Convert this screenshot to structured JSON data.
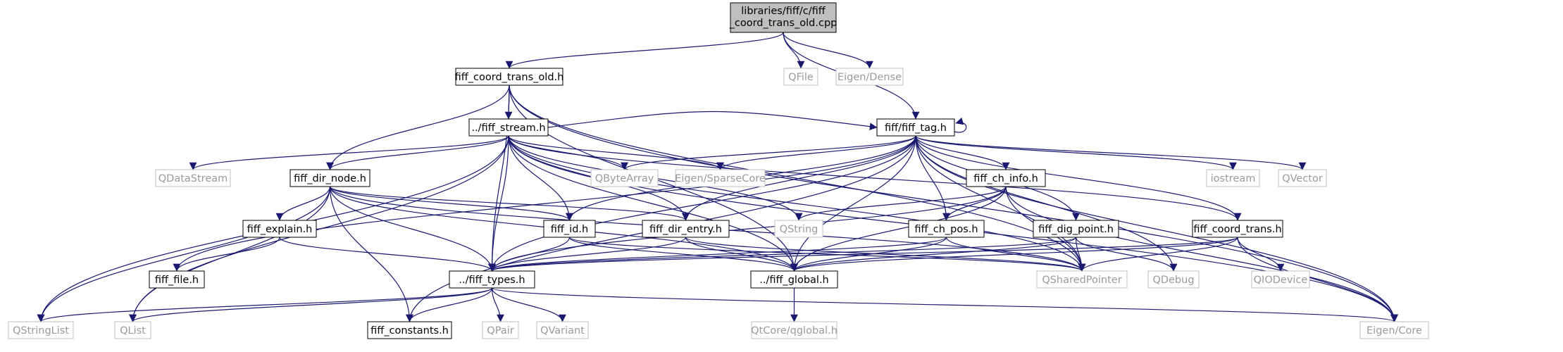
{
  "diagram": {
    "title_lines": [
      "libraries/fiff/c/fiff",
      "_coord_trans_old.cpp"
    ],
    "nodes": {
      "root": "libraries/fiff/c/fiff_coord_trans_old.cpp",
      "coord_trans_old_h": "fiff_coord_trans_old.h",
      "qfile": "QFile",
      "eigen_dense": "Eigen/Dense",
      "fiff_stream_h": "../fiff_stream.h",
      "fiff_tag_h": "fiff/fiff_tag.h",
      "qdatastream": "QDataStream",
      "qbytearray": "QByteArray",
      "eigen_sparsecore": "Eigen/SparseCore",
      "iostream": "iostream",
      "qvector": "QVector",
      "fiff_dir_node_h": "fiff_dir_node.h",
      "fiff_ch_info_h": "fiff_ch_info.h",
      "fiff_explain_h": "fiff_explain.h",
      "fiff_id_h": "fiff_id.h",
      "fiff_dir_entry_h": "fiff_dir_entry.h",
      "qstring": "QString",
      "fiff_ch_pos_h": "fiff_ch_pos.h",
      "fiff_dig_point_h": "fiff_dig_point.h",
      "fiff_coord_trans_h": "fiff_coord_trans.h",
      "fiff_file_h": "fiff_file.h",
      "fiff_types_h": "../fiff_types.h",
      "fiff_global_h": "../fiff_global.h",
      "qsharedpointer": "QSharedPointer",
      "qdebug": "QDebug",
      "qiodevice": "QIODevice",
      "qstringlist": "QStringList",
      "qlist": "QList",
      "fiff_constants_h": "fiff_constants.h",
      "qpair": "QPair",
      "qvariant": "QVariant",
      "qtcore_qglobal": "QtCore/qglobal.h",
      "eigen_core": "Eigen/Core"
    },
    "edges": [
      [
        "root",
        "coord_trans_old_h"
      ],
      [
        "root",
        "qfile"
      ],
      [
        "root",
        "eigen_dense"
      ],
      [
        "root",
        "fiff_tag_h"
      ],
      [
        "coord_trans_old_h",
        "fiff_stream_h"
      ],
      [
        "coord_trans_old_h",
        "fiff_dir_node_h"
      ],
      [
        "coord_trans_old_h",
        "fiff_types_h"
      ],
      [
        "coord_trans_old_h",
        "fiff_global_h"
      ],
      [
        "coord_trans_old_h",
        "qsharedpointer"
      ],
      [
        "coord_trans_old_h",
        "eigen_core"
      ],
      [
        "fiff_stream_h",
        "qdatastream"
      ],
      [
        "fiff_stream_h",
        "qbytearray"
      ],
      [
        "fiff_stream_h",
        "eigen_sparsecore"
      ],
      [
        "fiff_stream_h",
        "fiff_dir_node_h"
      ],
      [
        "fiff_stream_h",
        "fiff_id_h"
      ],
      [
        "fiff_stream_h",
        "fiff_dir_entry_h"
      ],
      [
        "fiff_stream_h",
        "qstring"
      ],
      [
        "fiff_stream_h",
        "fiff_global_h"
      ],
      [
        "fiff_stream_h",
        "fiff_types_h"
      ],
      [
        "fiff_stream_h",
        "qsharedpointer"
      ],
      [
        "fiff_stream_h",
        "qlist"
      ],
      [
        "fiff_stream_h",
        "qstringlist"
      ],
      [
        "fiff_stream_h",
        "fiff_tag_h"
      ],
      [
        "fiff_stream_h",
        "fiff_coord_trans_h"
      ],
      [
        "fiff_stream_h",
        "eigen_core"
      ],
      [
        "fiff_tag_h",
        "fiff_tag_h"
      ],
      [
        "fiff_tag_h",
        "iostream"
      ],
      [
        "fiff_tag_h",
        "qvector"
      ],
      [
        "fiff_tag_h",
        "qbytearray"
      ],
      [
        "fiff_tag_h",
        "eigen_sparsecore"
      ],
      [
        "fiff_tag_h",
        "fiff_ch_info_h"
      ],
      [
        "fiff_tag_h",
        "fiff_ch_pos_h"
      ],
      [
        "fiff_tag_h",
        "fiff_dig_point_h"
      ],
      [
        "fiff_tag_h",
        "fiff_coord_trans_h"
      ],
      [
        "fiff_tag_h",
        "fiff_id_h"
      ],
      [
        "fiff_tag_h",
        "fiff_dir_entry_h"
      ],
      [
        "fiff_tag_h",
        "fiff_types_h"
      ],
      [
        "fiff_tag_h",
        "fiff_global_h"
      ],
      [
        "fiff_tag_h",
        "fiff_file_h"
      ],
      [
        "fiff_tag_h",
        "fiff_constants_h"
      ],
      [
        "fiff_tag_h",
        "qsharedpointer"
      ],
      [
        "fiff_tag_h",
        "qdebug"
      ],
      [
        "fiff_tag_h",
        "eigen_core"
      ],
      [
        "fiff_dir_node_h",
        "fiff_explain_h"
      ],
      [
        "fiff_dir_node_h",
        "fiff_id_h"
      ],
      [
        "fiff_dir_node_h",
        "fiff_dir_entry_h"
      ],
      [
        "fiff_dir_node_h",
        "fiff_types_h"
      ],
      [
        "fiff_dir_node_h",
        "fiff_global_h"
      ],
      [
        "fiff_dir_node_h",
        "fiff_constants_h"
      ],
      [
        "fiff_dir_node_h",
        "qlist"
      ],
      [
        "fiff_dir_node_h",
        "qstringlist"
      ],
      [
        "fiff_dir_node_h",
        "qsharedpointer"
      ],
      [
        "fiff_explain_h",
        "fiff_file_h"
      ],
      [
        "fiff_explain_h",
        "fiff_types_h"
      ],
      [
        "fiff_id_h",
        "fiff_types_h"
      ],
      [
        "fiff_id_h",
        "fiff_global_h"
      ],
      [
        "fiff_id_h",
        "qsharedpointer"
      ],
      [
        "fiff_dir_entry_h",
        "fiff_types_h"
      ],
      [
        "fiff_dir_entry_h",
        "fiff_global_h"
      ],
      [
        "fiff_dir_entry_h",
        "qsharedpointer"
      ],
      [
        "fiff_ch_info_h",
        "fiff_ch_pos_h"
      ],
      [
        "fiff_ch_info_h",
        "qstring"
      ],
      [
        "fiff_ch_info_h",
        "fiff_types_h"
      ],
      [
        "fiff_ch_info_h",
        "fiff_global_h"
      ],
      [
        "fiff_ch_info_h",
        "qsharedpointer"
      ],
      [
        "fiff_ch_info_h",
        "eigen_core"
      ],
      [
        "fiff_ch_pos_h",
        "fiff_types_h"
      ],
      [
        "fiff_ch_pos_h",
        "fiff_global_h"
      ],
      [
        "fiff_ch_pos_h",
        "qsharedpointer"
      ],
      [
        "fiff_dig_point_h",
        "fiff_types_h"
      ],
      [
        "fiff_dig_point_h",
        "fiff_global_h"
      ],
      [
        "fiff_dig_point_h",
        "qsharedpointer"
      ],
      [
        "fiff_dig_point_h",
        "qdebug"
      ],
      [
        "fiff_coord_trans_h",
        "fiff_types_h"
      ],
      [
        "fiff_coord_trans_h",
        "fiff_global_h"
      ],
      [
        "fiff_coord_trans_h",
        "qsharedpointer"
      ],
      [
        "fiff_coord_trans_h",
        "qiodevice"
      ],
      [
        "fiff_coord_trans_h",
        "eigen_core"
      ],
      [
        "fiff_types_h",
        "qstringlist"
      ],
      [
        "fiff_types_h",
        "qlist"
      ],
      [
        "fiff_types_h",
        "fiff_constants_h"
      ],
      [
        "fiff_types_h",
        "qpair"
      ],
      [
        "fiff_types_h",
        "qvariant"
      ],
      [
        "fiff_types_h",
        "eigen_core"
      ],
      [
        "fiff_global_h",
        "qtcore_qglobal"
      ]
    ],
    "colors": {
      "edge": "#191970",
      "root_fill": "#bfbfbf",
      "local_border": "#000000",
      "external_border": "#bfbfbf",
      "external_text": "#9a9a9a"
    }
  }
}
